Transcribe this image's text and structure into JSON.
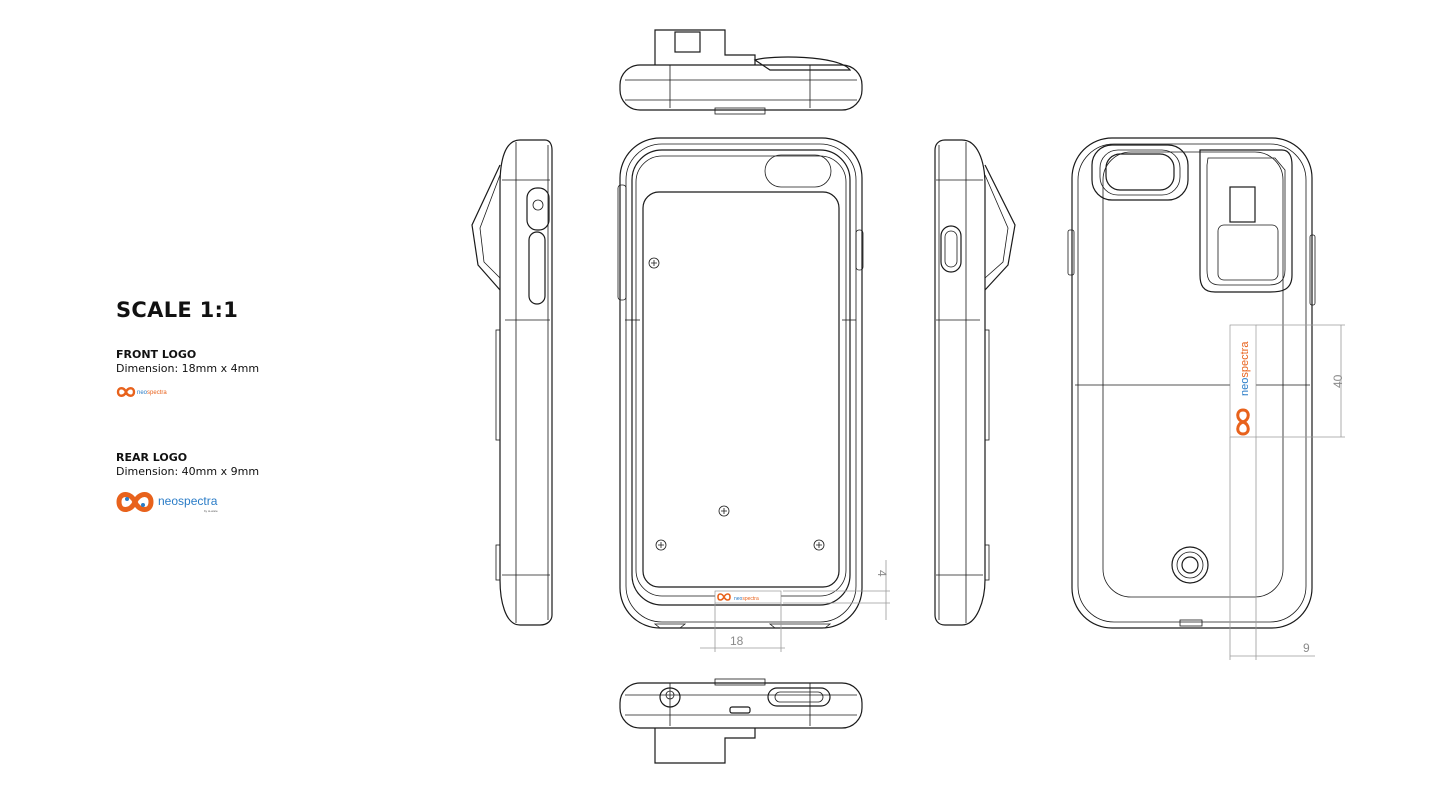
{
  "scale_label": "SCALE 1:1",
  "front_logo": {
    "heading": "FRONT LOGO",
    "dimension": "Dimension: 18mm x 4mm"
  },
  "rear_logo": {
    "heading": "REAR LOGO",
    "dimension": "Dimension: 40mm x 9mm"
  },
  "brand": {
    "name_part1": "neo",
    "name_part2": "spectra",
    "tagline": "by si-ware",
    "orange": "#e8621c",
    "blue": "#2a7cc7"
  },
  "dimensions": {
    "front_logo_width": "18",
    "front_logo_height": "4",
    "rear_logo_length": "40",
    "rear_logo_width": "9"
  }
}
